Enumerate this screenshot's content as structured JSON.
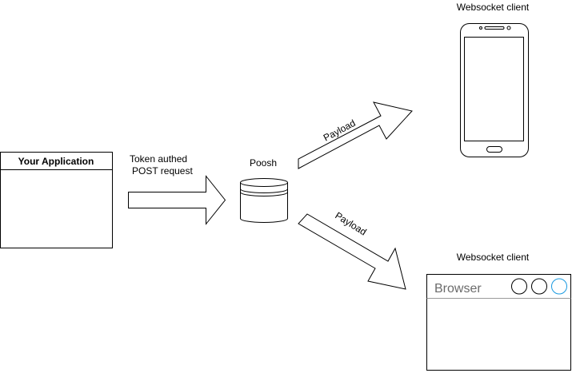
{
  "application": {
    "title": "Your Application"
  },
  "request": {
    "line1": "Token authed",
    "line2": "POST request"
  },
  "server": {
    "label": "Poosh"
  },
  "payloads": {
    "upper": "Payload",
    "lower": "Payload"
  },
  "mobile_client": {
    "label": "Websocket client"
  },
  "browser_client": {
    "label": "Websocket client",
    "window_title": "Browser"
  },
  "colors": {
    "stroke": "#000000",
    "accent": "#1a9ae0",
    "browser_title": "#6b6b6b"
  }
}
